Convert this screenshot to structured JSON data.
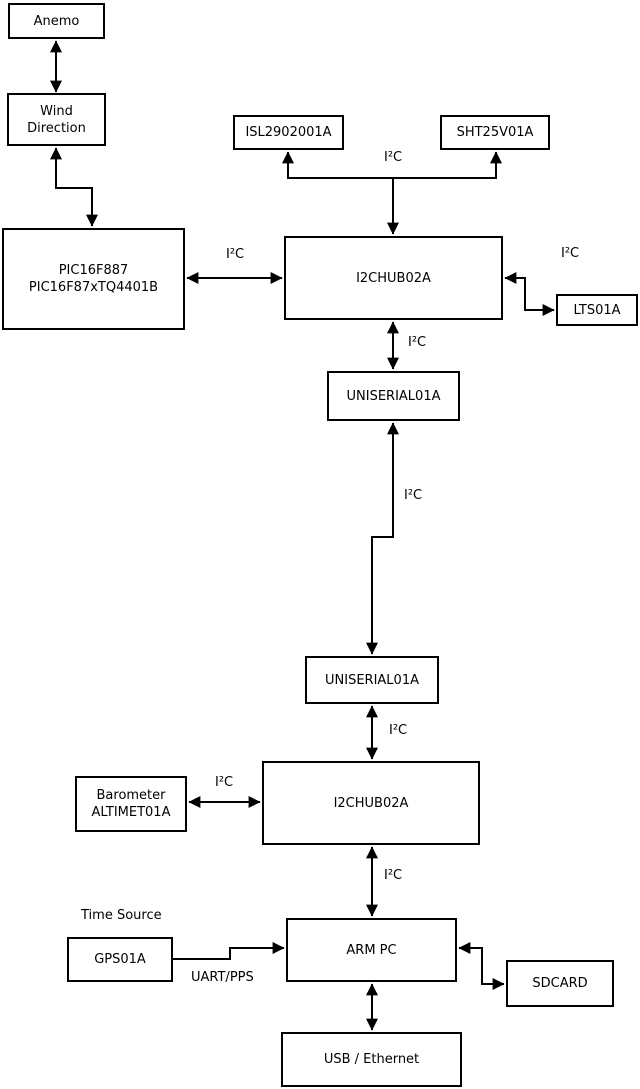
{
  "nodes": {
    "anemo": {
      "label": "Anemo"
    },
    "wind_direction": {
      "line1": "Wind",
      "line2": "Direction"
    },
    "pic": {
      "line1": "PIC16F887",
      "line2": "PIC16F87xTQ4401B"
    },
    "isl": {
      "label": "ISL2902001A"
    },
    "sht": {
      "label": "SHT25V01A"
    },
    "i2chub_top": {
      "label": "I2CHUB02A"
    },
    "lts": {
      "label": "LTS01A"
    },
    "uniserial_top": {
      "label": "UNISERIAL01A"
    },
    "uniserial_bottom": {
      "label": "UNISERIAL01A"
    },
    "i2chub_bottom": {
      "label": "I2CHUB02A"
    },
    "barometer": {
      "line1": "Barometer",
      "line2": "ALTIMET01A"
    },
    "gps": {
      "label": "GPS01A"
    },
    "arm_pc": {
      "label": "ARM PC"
    },
    "sdcard": {
      "label": "SDCARD"
    },
    "usb_ethernet": {
      "label": "USB / Ethernet"
    }
  },
  "labels": {
    "i2c": "I²C",
    "time_source": "Time Source",
    "uart_pps": "UART/PPS"
  },
  "colors": {
    "line": "#000000",
    "box_border": "#000000",
    "box_fill": "#ffffff",
    "background": "#ffffff",
    "text": "#000000"
  }
}
